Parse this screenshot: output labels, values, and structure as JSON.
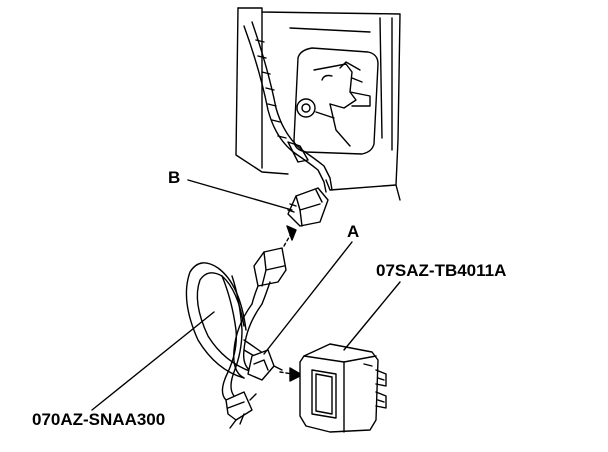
{
  "callouts": {
    "b": "B",
    "a": "A",
    "unit_part_number": "07SAZ-TB4011A",
    "harness_part_number": "070AZ-SNAA300"
  },
  "colors": {
    "line": "#000000",
    "fill": "#ffffff"
  }
}
